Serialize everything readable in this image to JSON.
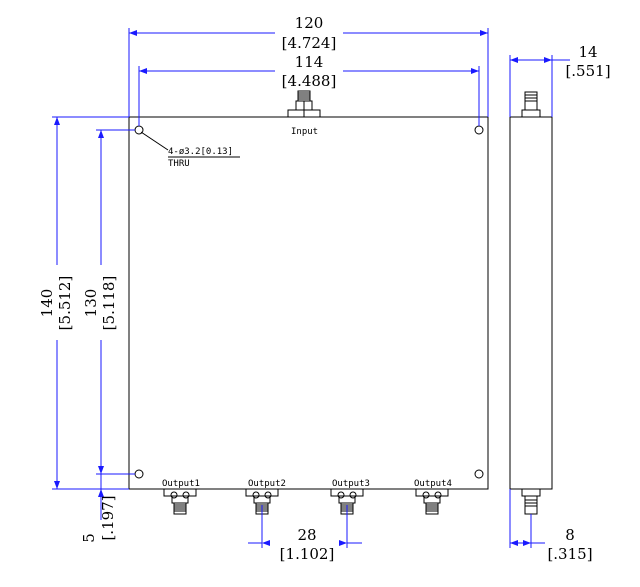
{
  "labels": {
    "input": "Input",
    "outputs": [
      "Output1",
      "Output2",
      "Output3",
      "Output4"
    ],
    "hole_note_line1": "4-ø3.2[0.13]",
    "hole_note_line2": "THRU"
  },
  "dimensions": {
    "width_overall": {
      "mm": "120",
      "inch": "[4.724]"
    },
    "width_holes": {
      "mm": "114",
      "inch": "[4.488]"
    },
    "height_overall": {
      "mm": "140",
      "inch": "[5.512]"
    },
    "height_holes": {
      "mm": "130",
      "inch": "[5.118]"
    },
    "hole_edge_offset": {
      "mm": "5",
      "inch": "[.197]"
    },
    "output_pitch": {
      "mm": "28",
      "inch": "[1.102]"
    },
    "thickness": {
      "mm": "14",
      "inch": "[.551]"
    },
    "connector_offset": {
      "mm": "8",
      "inch": "[.315]"
    }
  },
  "colors": {
    "dimension": "#1a1aff",
    "outline": "#000000"
  }
}
